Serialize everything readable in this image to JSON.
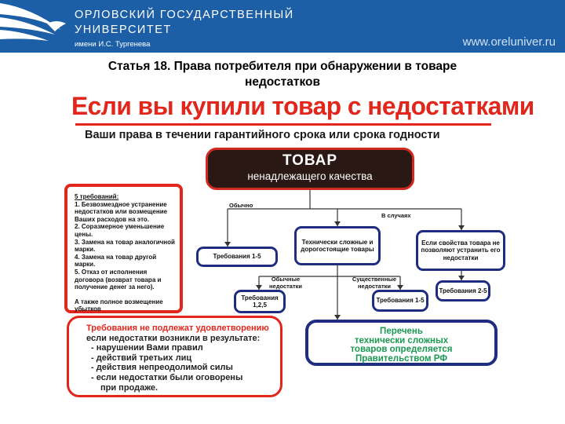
{
  "header": {
    "university_line1": "ОРЛОВСКИЙ ГОСУДАРСТВЕННЫЙ",
    "university_line2": "УНИВЕРСИТЕТ",
    "university_line3": "имени И.С. Тургенева",
    "website": "www.oreluniver.ru",
    "logo_icon": "eagle-wing-logo-icon",
    "header_color": "#1d5fa7"
  },
  "slide": {
    "title": "Статья 18. Права потребителя при обнаружении в товаре недостатков"
  },
  "diagram": {
    "main_title": "Если вы купили товар с недостатками",
    "subtitle": "Ваши права в течении гарантийного срока или срока годности",
    "product": {
      "line1": "ТОВАР",
      "line2": "ненадлежащего качества"
    },
    "requirements_box": {
      "heading": "5 требований:",
      "items": [
        "1. Безвозмездное устранение недостатков или возмещение Ваших расходов на это.",
        "2. Соразмерное уменьшение цены.",
        "3. Замена на товар аналогичной марки.",
        "4. Замена на товар другой марки.",
        "5. Отказ от исполнения договора (возврат товара и получение денег за него)."
      ],
      "extra": "А также полное возмещение убытков"
    },
    "labels": {
      "usually": "Обычно",
      "in_cases": "В случаях",
      "ordinary_defects": "Обычные недостатки",
      "significant_defects": "Существенные недостатки"
    },
    "boxes": {
      "req_1_5": "Требования 1-5",
      "technical": "Технически сложные и дорогостоящие товары",
      "properties": "Если свойства товара не позволяют устранить его недостатки",
      "req_125": "Требования 1,2,5",
      "req_1_5_sig": "Требования 1-5",
      "req_2_5": "Требования 2-5"
    },
    "not_satisfied": {
      "lines": [
        "Требования не подлежат удовлетворению",
        "если недостатки возникли в результате:",
        "- нарушении Вами правил",
        "- действий третьих лиц",
        "- действия непреодолимой силы",
        "- если недостатки были оговорены",
        "при продаже."
      ]
    },
    "list_box": {
      "lines": [
        "Перечень",
        "технически сложных",
        "товаров определяется",
        "Правительством РФ"
      ]
    },
    "colors": {
      "red": "#e2261c",
      "navy": "#1f2d80",
      "green": "#1a9a52",
      "dark": "#2a1814"
    }
  }
}
